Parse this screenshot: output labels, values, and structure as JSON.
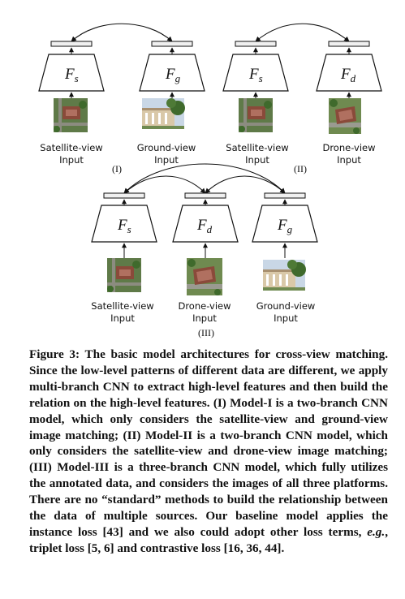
{
  "figure": {
    "panels": [
      {
        "id": "I",
        "label": "(I)",
        "branches": [
          {
            "name": "Satellite-view Input",
            "line1": "Satellite-view",
            "line2": "Input",
            "func": "F",
            "sub": "s",
            "thumb": "satellite"
          },
          {
            "name": "Ground-view Input",
            "line1": "Ground-view",
            "line2": "Input",
            "func": "F",
            "sub": "g",
            "thumb": "ground"
          }
        ]
      },
      {
        "id": "II",
        "label": "(II)",
        "branches": [
          {
            "name": "Satellite-view Input",
            "line1": "Satellite-view",
            "line2": "Input",
            "func": "F",
            "sub": "s",
            "thumb": "satellite"
          },
          {
            "name": "Drone-view Input",
            "line1": "Drone-view",
            "line2": "Input",
            "func": "F",
            "sub": "d",
            "thumb": "drone"
          }
        ]
      },
      {
        "id": "III",
        "label": "(III)",
        "branches": [
          {
            "name": "Satellite-view Input",
            "line1": "Satellite-view",
            "line2": "Input",
            "func": "F",
            "sub": "s",
            "thumb": "satellite"
          },
          {
            "name": "Drone-view Input",
            "line1": "Drone-view",
            "line2": "Input",
            "func": "F",
            "sub": "d",
            "thumb": "drone"
          },
          {
            "name": "Ground-view Input",
            "line1": "Ground-view",
            "line2": "Input",
            "func": "F",
            "sub": "g",
            "thumb": "ground"
          }
        ]
      }
    ]
  },
  "caption": {
    "figure_label": "Figure 3: ",
    "text_a": "The basic model architectures for cross-view matching. Since the low-level patterns of different data are different, we apply multi-branch CNN to extract high-level features and then build the relation on the high-level features. (I) Model-I is a two-branch CNN model, which only considers the satellite-view and ground-view image matching; (II) Model-II is a two-branch CNN model, which only considers the satellite-view and drone-view image matching; (III) Model-III is a three-branch CNN model, which fully utilizes the annotated data, and considers the images of all three platforms. There are no “standard” methods to build the relationship between the data of multiple sources. Our baseline model applies the instance loss [43] and we also could adopt other loss terms, ",
    "eg": "e.g.",
    "text_b": ", triplet loss [5, 6] and contrastive loss [16, 36, 44]."
  },
  "colors": {
    "ink": "#111111",
    "feature_bar": "#f0f0f0",
    "roof": "#8a4a3a",
    "grass": "#5f7a48",
    "sky": "#c9d7e6",
    "facade": "#d9c8a8",
    "tree": "#3f6a2c"
  }
}
